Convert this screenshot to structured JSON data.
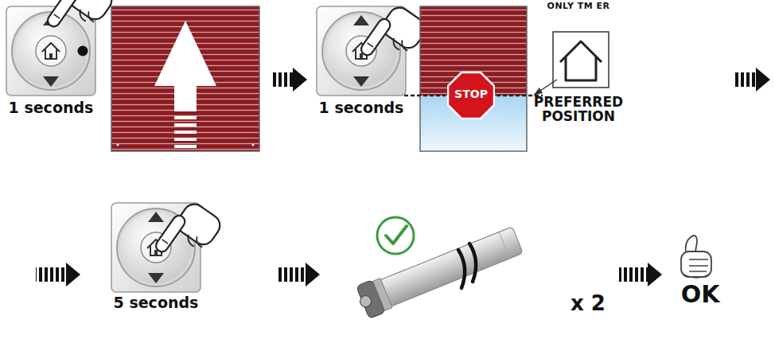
{
  "diagram": {
    "nodes": [
      {
        "text": [
          "1 seconds"
        ]
      },
      {
        "text": [
          "1 seconds"
        ]
      },
      {
        "text": [
          "STOP"
        ]
      },
      {
        "text": [
          "ONLY  TM ER",
          "PREFERRED POSITION"
        ]
      },
      {
        "text": [
          "5 seconds"
        ]
      },
      {
        "text": [
          "x 2"
        ]
      },
      {
        "text": [
          "OK"
        ]
      }
    ],
    "edges": [
      {
        "from": 4,
        "to": 5,
        "arrow": "to"
      },
      {
        "from": 5,
        "to": 6,
        "arrow": "to"
      }
    ]
  }
}
